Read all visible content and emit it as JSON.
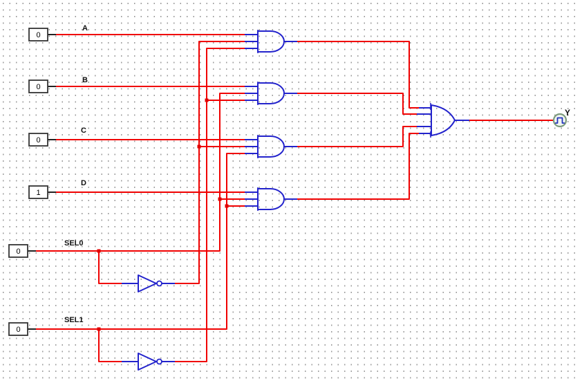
{
  "colors": {
    "background": "#ffffff",
    "grid_dot": "#999999",
    "wire": "#f00000",
    "gate_outline": "#2323cc",
    "component_border": "#333333",
    "label_text": "#111111",
    "probe_ring": "#7d9b7d",
    "junction_dot": "#e00000"
  },
  "circuit": {
    "inputs": [
      {
        "label": "A",
        "value": "0"
      },
      {
        "label": "B",
        "value": "0"
      },
      {
        "label": "C",
        "value": "0"
      },
      {
        "label": "D",
        "value": "1"
      },
      {
        "label": "SEL0",
        "value": "0"
      },
      {
        "label": "SEL1",
        "value": "0"
      }
    ],
    "output": {
      "label": "Y",
      "icon": "pulse-probe-icon"
    },
    "components": {
      "and_gates": 4,
      "not_gates": 2,
      "or_gates": 1,
      "input_switches": 6,
      "output_probes": 1
    }
  }
}
